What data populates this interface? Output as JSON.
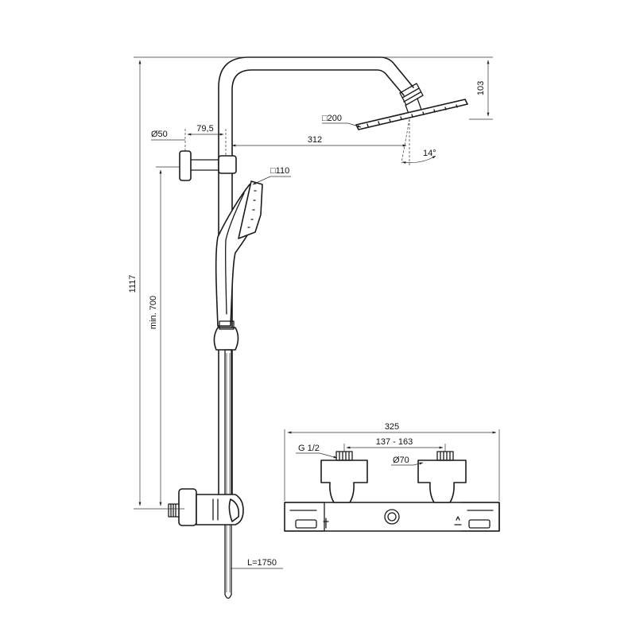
{
  "dimensions": {
    "column_height": "1117",
    "head_height": "103",
    "head_size": "□200",
    "arm_reach": "312",
    "head_tilt": "14°",
    "wall_bracket_diameter": "Ø50",
    "bracket_offset": "79,5",
    "handshower_size": "□110",
    "min_height": "min. 700",
    "hose_length": "L=1750",
    "mixer_width": "325",
    "inlet_centers": "137 - 163",
    "thread": "G 1/2",
    "flange_diameter": "Ø70"
  }
}
